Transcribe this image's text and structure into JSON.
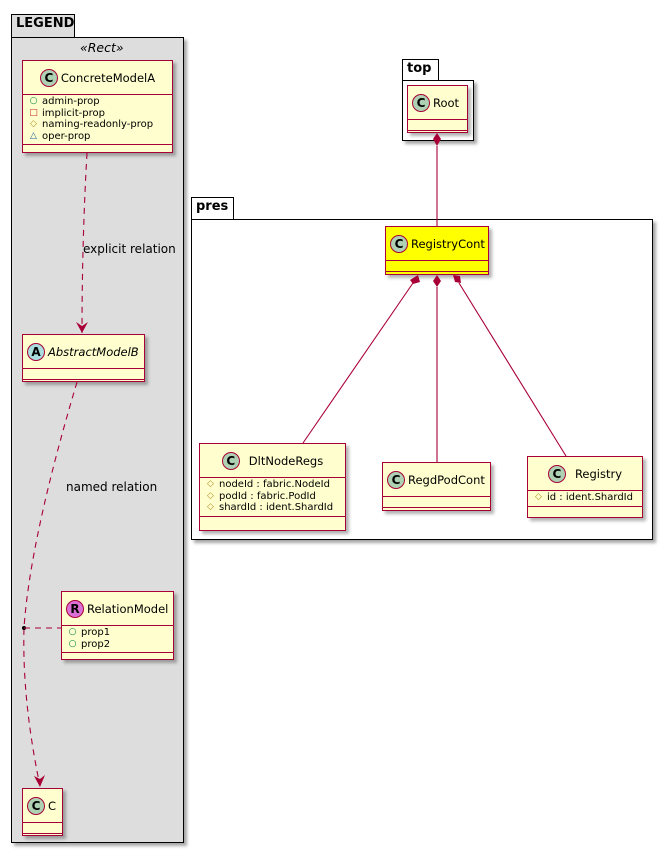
{
  "colors": {
    "class_fill": "#FEFECE",
    "class_border": "#A80036",
    "highlight_fill": "#FFFF00",
    "legend_fill": "#DDDDDD",
    "class_icon": "#ADD1B2",
    "abstract_icon": "#A9DCDF",
    "relation_icon": "#DA70D6"
  },
  "legend": {
    "package_name": "LEGEND",
    "stereotype": "«Rect»",
    "concrete": {
      "icon": "C",
      "name": "ConcreteModelA",
      "attributes": [
        {
          "visibility": "public",
          "symbol": "○",
          "name": "admin-prop"
        },
        {
          "visibility": "private",
          "symbol": "□",
          "name": "implicit-prop"
        },
        {
          "visibility": "protected",
          "symbol": "◇",
          "name": "naming-readonly-prop"
        },
        {
          "visibility": "package",
          "symbol": "△",
          "name": "oper-prop"
        }
      ]
    },
    "explicit_relation_label": "explicit relation",
    "abstract": {
      "icon": "A",
      "name": "AbstractModelB"
    },
    "named_relation_label": "named relation",
    "relation_model": {
      "icon": "R",
      "name": "RelationModel",
      "attributes": [
        {
          "visibility": "public",
          "symbol": "○",
          "name": "prop1"
        },
        {
          "visibility": "public",
          "symbol": "○",
          "name": "prop2"
        }
      ]
    },
    "target": {
      "icon": "C",
      "name": "C"
    }
  },
  "top_package": {
    "name": "top",
    "root": {
      "icon": "C",
      "name": "Root"
    }
  },
  "pres_package": {
    "name": "pres",
    "registry_cont": {
      "icon": "C",
      "name": "RegistryCont"
    },
    "dlt_node_regs": {
      "icon": "C",
      "name": "DltNodeRegs",
      "attributes": [
        {
          "visibility": "protected",
          "symbol": "◇",
          "name": "nodeId : fabric.NodeId"
        },
        {
          "visibility": "protected",
          "symbol": "◇",
          "name": "podId : fabric.PodId"
        },
        {
          "visibility": "protected",
          "symbol": "◇",
          "name": "shardId : ident.ShardId"
        }
      ]
    },
    "regd_pod_cont": {
      "icon": "C",
      "name": "RegdPodCont"
    },
    "registry": {
      "icon": "C",
      "name": "Registry",
      "attributes": [
        {
          "visibility": "protected",
          "symbol": "◇",
          "name": "id : ident.ShardId"
        }
      ]
    }
  }
}
